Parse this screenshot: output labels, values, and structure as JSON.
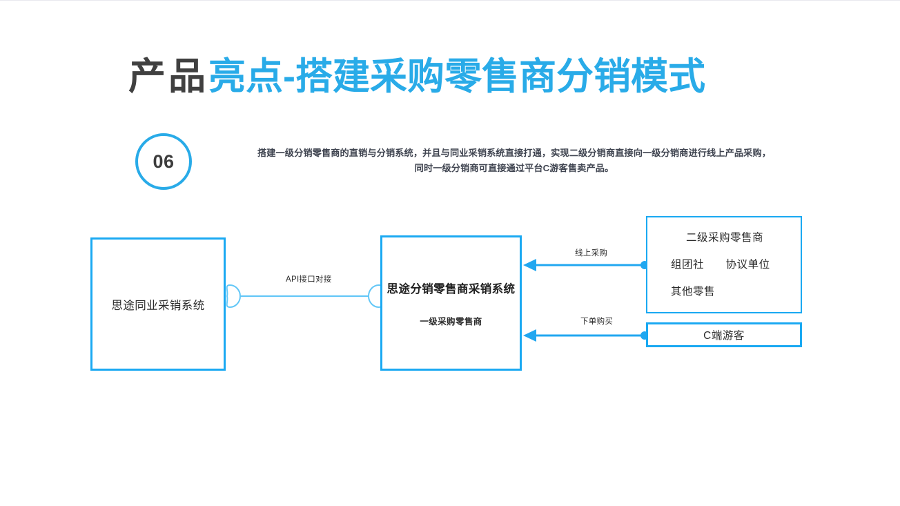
{
  "slide": {
    "title": {
      "dark": "产品",
      "blue": "亮点-搭建采购零售商分销模式"
    },
    "badge": {
      "number": "06"
    },
    "description": {
      "line1": "搭建一级分销零售商的直销与分销系统，并且与同业采销系统直接打通，实现二级分销商直接向一级分销商进行线上产品采购，",
      "line2": "同时一级分销商可直接通过平台C游客售卖产品。"
    },
    "colors": {
      "accent_blue": "#29abe8",
      "border_blue": "#1aa9f2",
      "title_dark": "#404040",
      "text_dark": "#2b2b2b",
      "background": "#ffffff"
    }
  },
  "diagram": {
    "nodes": {
      "procurement_system": {
        "label": "思途同业采销系统"
      },
      "distribution_system": {
        "main": "思途分销零售商采销系统",
        "sub": "一级采购零售商"
      },
      "secondary_retailer": {
        "line1": "二级采购零售商",
        "line2a": "组团社",
        "line2b": "协议单位",
        "line3": "其他零售"
      },
      "c_end_tourist": {
        "label": "C端游客"
      }
    },
    "edges": {
      "api": {
        "label": "API接口对接"
      },
      "online_purchase": {
        "label": "线上采购"
      },
      "place_order": {
        "label": "下单购买"
      }
    }
  }
}
